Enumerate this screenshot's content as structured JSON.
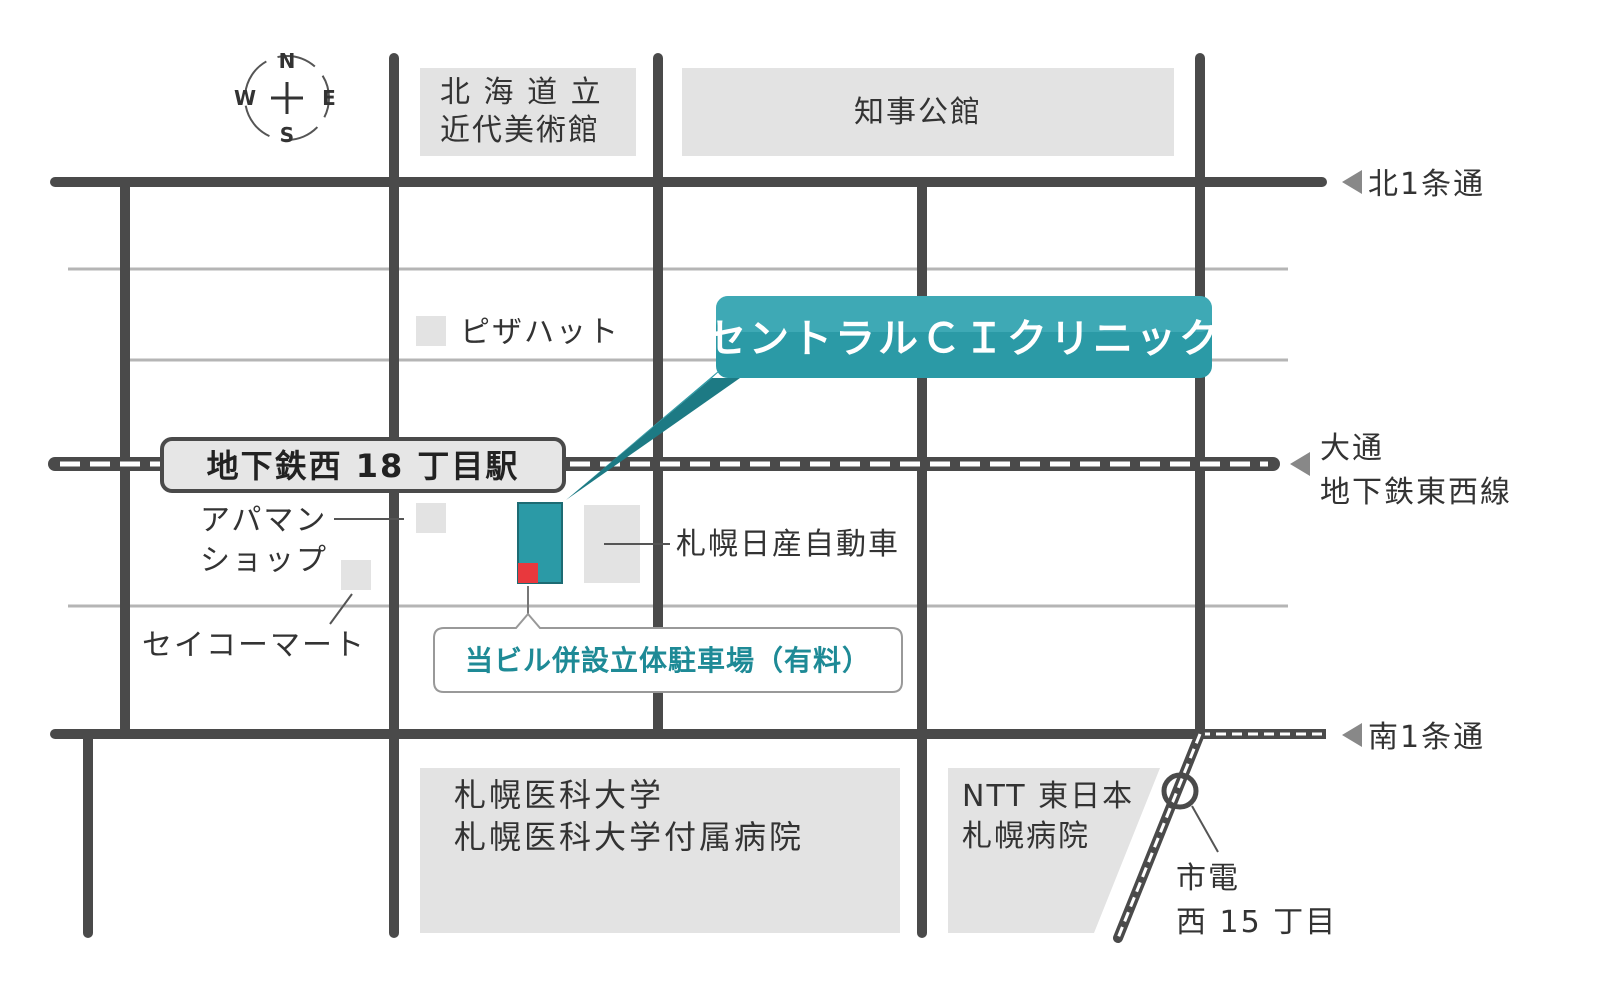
{
  "colors": {
    "road": "#4a4a4a",
    "minor_road": "#b5b5b5",
    "block": "#e3e3e3",
    "accent": "#2b9aa6",
    "parking_marker": "#e8383d"
  },
  "compass": {
    "n": "N",
    "s": "S",
    "e": "E",
    "w": "W",
    "icon": "compass-icon"
  },
  "streets": {
    "north1": "北1条通",
    "south1": "南1条通",
    "subway_line_1": "大通",
    "subway_line_2": "地下鉄東西線"
  },
  "station": {
    "name": "地下鉄西 18 丁目駅"
  },
  "clinic": {
    "name": "セントラルＣＩクリニック"
  },
  "parking": {
    "name": "当ビル併設立体駐車場（有料）"
  },
  "landmarks": {
    "museum_line1": "北 海 道 立",
    "museum_line2": "近代美術館",
    "governor": "知事公館",
    "pizza": "ピザハット",
    "apaman_line1": "アパマン",
    "apaman_line2": "ショップ",
    "seicomart": "セイコーマート",
    "nissan": "札幌日産自動車",
    "medical_line1": "札幌医科大学",
    "medical_line2": "札幌医科大学付属病院",
    "ntt_line1": "NTT 東日本",
    "ntt_line2": "札幌病院",
    "tram_line1": "市電",
    "tram_line2": "西 15 丁目"
  }
}
